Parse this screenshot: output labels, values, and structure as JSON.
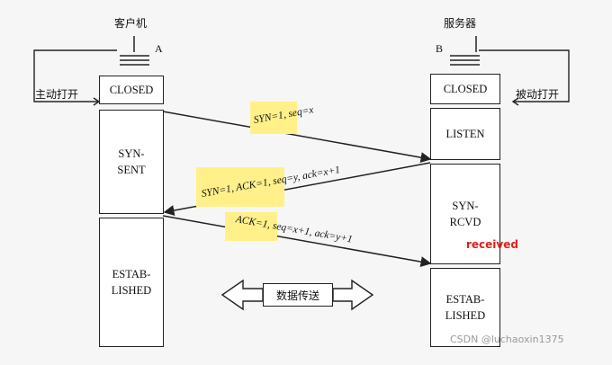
{
  "client": {
    "title": "客户机",
    "label": "A",
    "side_action": "主动打开",
    "states": [
      "CLOSED",
      "SYN-\nSENT",
      "ESTAB-\nLISHED"
    ]
  },
  "server": {
    "title": "服务器",
    "label": "B",
    "side_action": "被动打开",
    "states": [
      "CLOSED",
      "LISTEN",
      "SYN-\nRCVD",
      "ESTAB-\nLISHED"
    ]
  },
  "messages": [
    {
      "label": "SYN=1, seq=x"
    },
    {
      "label": "SYN=1, ACK=1, seq=y, ack=x+1"
    },
    {
      "label": "ACK=1, seq=x+1, ack=y+1"
    }
  ],
  "annotation": "received",
  "data_transfer": "数据传送",
  "watermark": "CSDN @luchaoxin1375",
  "colors": {
    "highlight": "#fff08a",
    "annotation": "#e0201b"
  }
}
